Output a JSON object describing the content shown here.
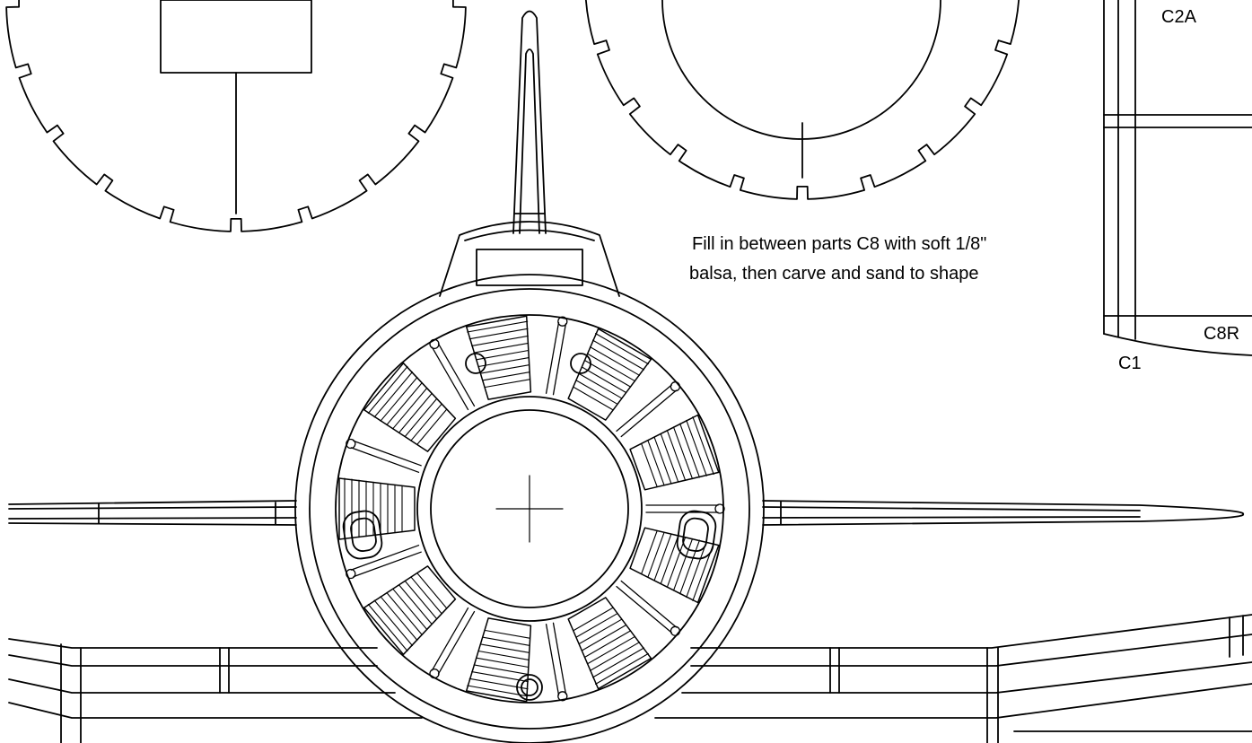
{
  "note": {
    "line1": "Fill in between parts C8 with soft 1/8\"",
    "line2": "balsa, then carve and sand to shape"
  },
  "labels": {
    "c2a": "C2A",
    "c8r": "C8R",
    "c1": "C1"
  },
  "colors": {
    "stroke": "#000000",
    "background": "#ffffff"
  }
}
